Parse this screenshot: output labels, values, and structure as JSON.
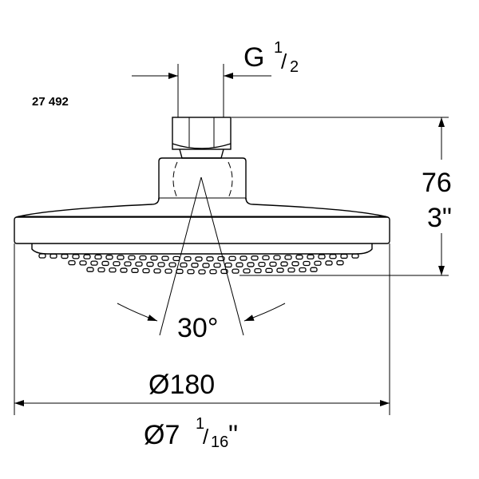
{
  "product_number": "27 492",
  "thread": {
    "letter": "G",
    "num": "1",
    "den": "2"
  },
  "height": {
    "mm": "76",
    "inch": "3\""
  },
  "angle": "30°",
  "diameter": {
    "mm": "Ø180",
    "inch_whole": "Ø7",
    "inch_num": "1",
    "inch_den": "16",
    "inch_mark": "\""
  }
}
